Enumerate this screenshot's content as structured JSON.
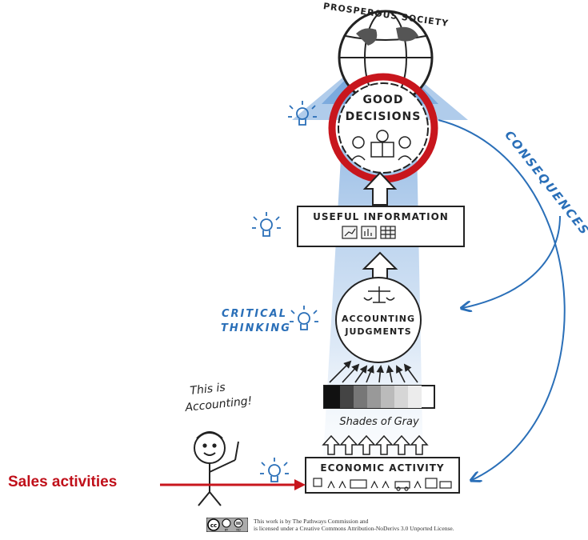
{
  "diagram": {
    "top_label": "PROSPEROUS SOCIETY",
    "good_decisions": [
      "GOOD",
      "DECISIONS"
    ],
    "useful_information": "USEFUL INFORMATION",
    "critical_thinking": [
      "CRITICAL",
      "THINKING"
    ],
    "accounting_judgments": [
      "ACCOUNTING",
      "JUDGMENTS"
    ],
    "shades_of_gray": "Shades of Gray",
    "economic_activity": "ECONOMIC ACTIVITY",
    "consequences": "CONSEQUENCES",
    "speech": [
      "This is",
      "Accounting!"
    ]
  },
  "annotation": {
    "sales_activities": "Sales activities"
  },
  "license": {
    "line1": "This work is by The Pathways Commission and",
    "line2": "is licensed under a Creative Commons Attribution-NoDerivs 3.0 Unported License.",
    "badge_labels": [
      "BY",
      "ND"
    ]
  },
  "colors": {
    "highlight_red": "#c8161d",
    "accent_blue": "#2a6fb8",
    "beam_blue": "#8fb7e3"
  }
}
